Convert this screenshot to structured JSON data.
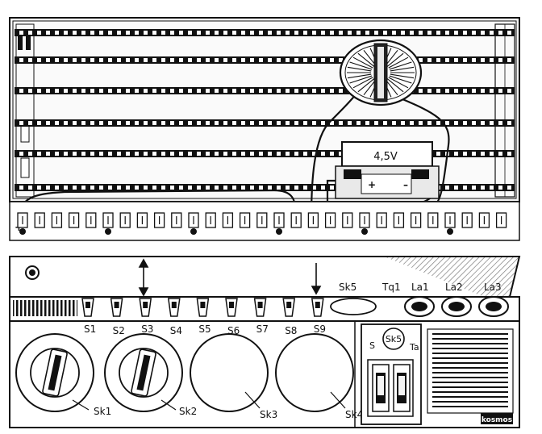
{
  "figure": {
    "description_free": true,
    "brand": "kosmos",
    "bottom_labels": {
      "sk1": "Sk1",
      "sk2": "Sk2",
      "sk3": "Sk3",
      "sk4": "Sk4"
    },
    "switch_labels": [
      "S1",
      "S2",
      "S3",
      "S4",
      "S5",
      "S6",
      "S7",
      "S8",
      "S9"
    ],
    "top_labels": {
      "sk5": "Sk5",
      "tq1": "Tq1",
      "la1": "La1",
      "la2": "La2",
      "la3": "La3"
    },
    "panel_labels": {
      "s": "S",
      "sk5": "Sk5",
      "ta": "Ta"
    },
    "terminal_plus": "+",
    "battery_labels": {
      "value": "4,5V",
      "plus": "+",
      "minus": "–"
    },
    "colors": {
      "ink": "#111111",
      "paper": "#ffffff",
      "panel": "#ececec"
    }
  }
}
